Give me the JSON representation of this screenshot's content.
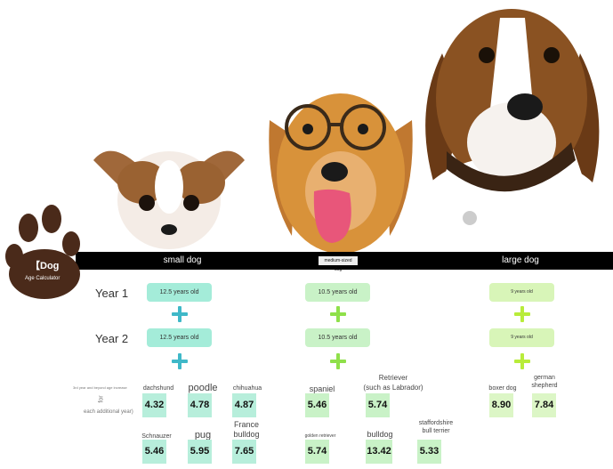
{
  "brand": {
    "title": "【Dog",
    "subtitle": "Age Calculator"
  },
  "categories": {
    "small": "small dog",
    "medium": "medium-sized dog",
    "large": "large dog"
  },
  "rows": {
    "year1": "Year 1",
    "year2": "Year 2"
  },
  "small": {
    "year1": "12.5 years old",
    "year2": "12.5 years old"
  },
  "medium": {
    "year1": "10.5 years old",
    "year2": "10.5 years old"
  },
  "large": {
    "year1": "9 years old",
    "year2": "9 years old"
  },
  "note": {
    "line1": "3rd year and beyond age increase",
    "for": "for",
    "line2": "each additional year)"
  },
  "small_breeds": [
    {
      "name": "dachshund",
      "value": "4.32"
    },
    {
      "name": "poodle",
      "value": "4.78"
    },
    {
      "name": "chihuahua",
      "value": "4.87"
    },
    {
      "name": "Schnauzer",
      "value": "5.46"
    },
    {
      "name": "pug",
      "value": "5.95"
    },
    {
      "name": "France\nbulldog",
      "value": "7.65"
    }
  ],
  "medium_breeds": [
    {
      "name": "spaniel",
      "value": "5.46"
    },
    {
      "name": "Retriever\n(such as Labrador)",
      "value": "5.74"
    },
    {
      "name": "golden retriever",
      "value": "5.74"
    },
    {
      "name": "bulldog",
      "value": "13.42"
    },
    {
      "name": "staffordshire\nbull terrier",
      "value": "5.33"
    }
  ],
  "large_breeds": [
    {
      "name": "boxer dog",
      "value": "8.90"
    },
    {
      "name": "german\nshepherd",
      "value": "7.84"
    }
  ],
  "colors": {
    "small_plus": "#3fb8c8",
    "medium_plus": "#8fe04a",
    "large_plus": "#b8ec3a",
    "paw": "#4a2a1a"
  }
}
